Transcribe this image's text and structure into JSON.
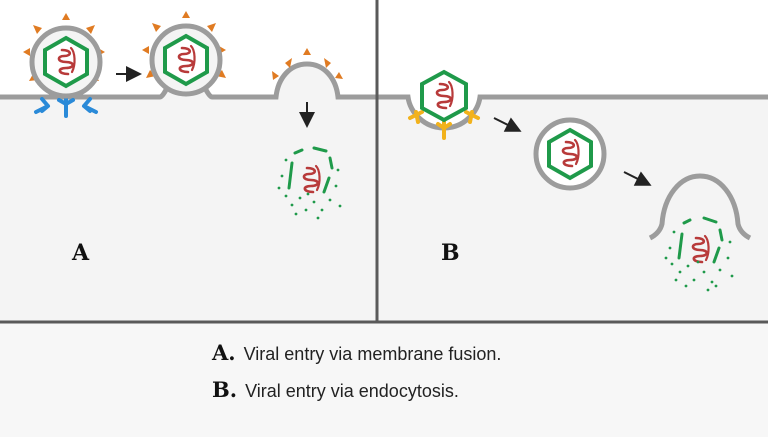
{
  "panels": [
    {
      "label": "A"
    },
    {
      "label": "B"
    }
  ],
  "legend": [
    {
      "key": "A.",
      "text": "Viral entry via membrane fusion."
    },
    {
      "key": "B.",
      "text": "Viral entry via endocytosis."
    }
  ],
  "colors": {
    "background_top": "#ffffff",
    "cell_interior": "#f4f4f4",
    "membrane": "#9c9c9c",
    "divider": "#5a5a5a",
    "capsid": "#1f9a4a",
    "genome": "#b83a3a",
    "spikes": "#e07b22",
    "receptor_a": "#2a8ad8",
    "receptor_b": "#f2b21c",
    "arrow": "#222222"
  }
}
